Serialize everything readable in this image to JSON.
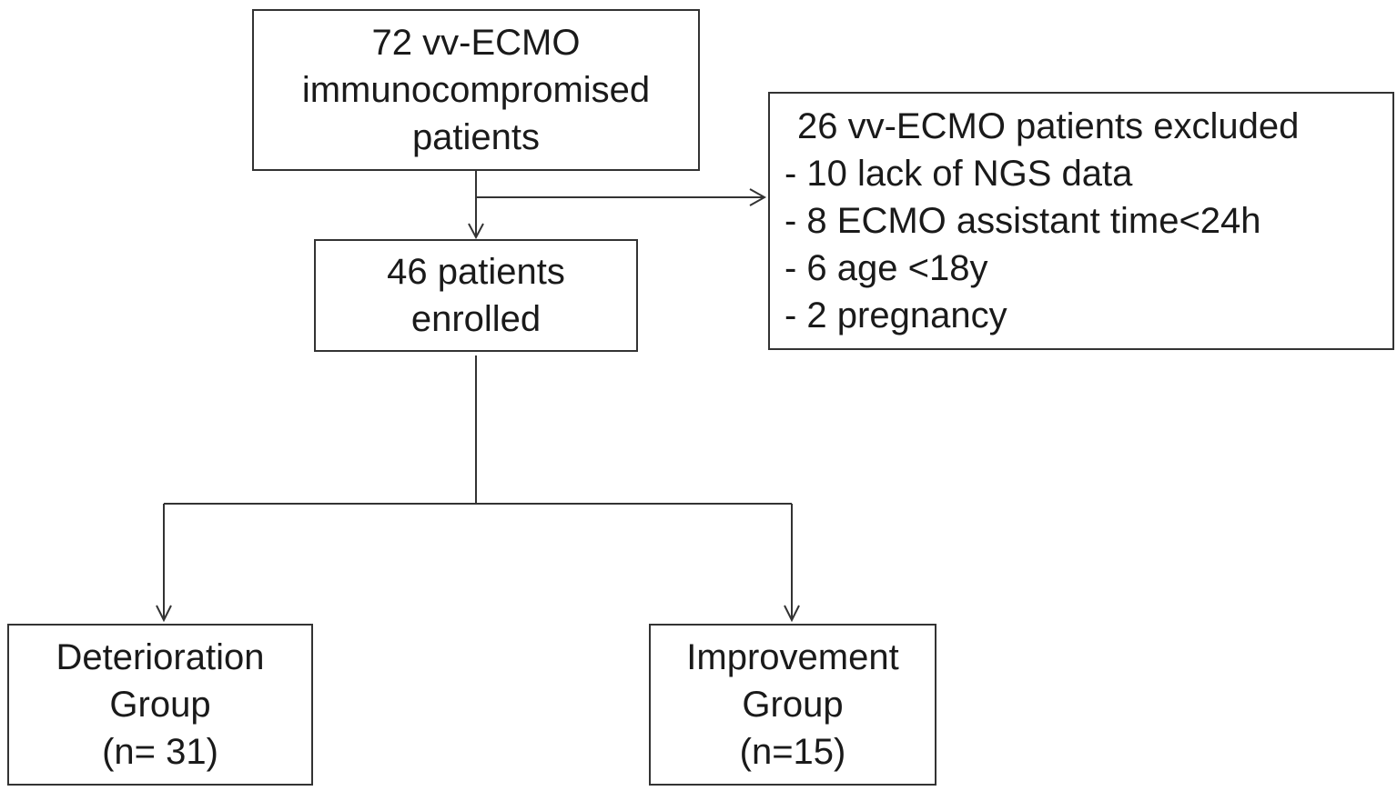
{
  "diagram": {
    "total_box": {
      "lines": [
        "72 vv-ECMO",
        "immunocompromised",
        "patients"
      ]
    },
    "enrolled_box": {
      "lines": [
        "46 patients",
        "enrolled"
      ]
    },
    "excluded_box": {
      "title": "26 vv-ECMO patients excluded",
      "items": [
        "- 10 lack of NGS data",
        "- 8 ECMO assistant time<24h",
        "- 6 age <18y",
        "- 2 pregnancy"
      ]
    },
    "deterioration_box": {
      "lines": [
        "Deterioration",
        "Group",
        "(n= 31)"
      ]
    },
    "improvement_box": {
      "lines": [
        "Improvement",
        "Group",
        "(n=15)"
      ]
    },
    "colors": {
      "line": "#333333",
      "text": "#1a1a1a",
      "background": "#ffffff"
    }
  }
}
